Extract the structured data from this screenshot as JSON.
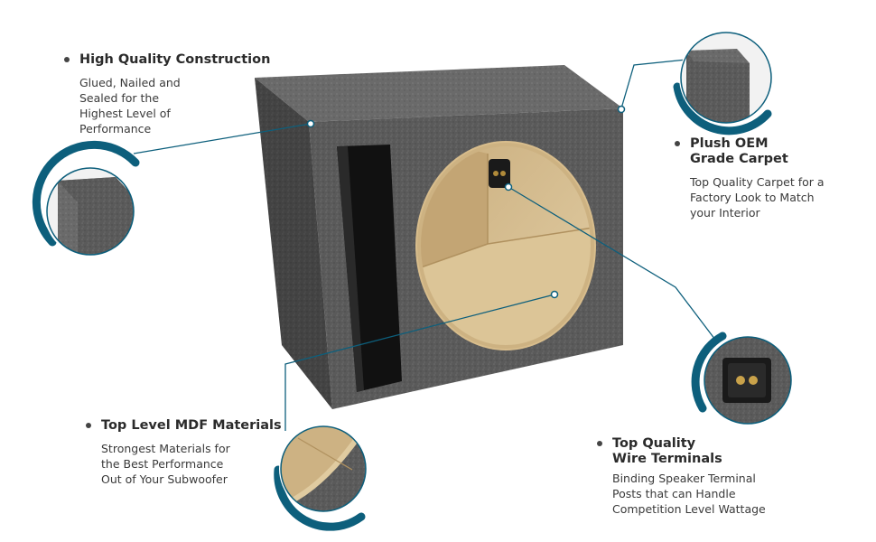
{
  "colors": {
    "accent": "#0d5f7c",
    "carpet": "#5c5c5c",
    "mdf": "#d9c29a",
    "text": "#333333"
  },
  "callouts": {
    "construction": {
      "title": "High Quality Construction",
      "desc": [
        "Glued, Nailed and",
        "Sealed for the",
        "Highest Level of",
        "Performance"
      ]
    },
    "carpet": {
      "title": [
        "Plush OEM",
        "Grade Carpet"
      ],
      "desc": [
        "Top Quality Carpet for a",
        "Factory Look to Match",
        "your Interior"
      ]
    },
    "mdf": {
      "title": "Top Level MDF Materials",
      "desc": [
        "Strongest Materials for",
        "the Best Performance",
        "Out of  Your Subwoofer"
      ]
    },
    "terminals": {
      "title": [
        "Top Quality",
        "Wire Terminals"
      ],
      "desc": [
        "Binding Speaker Terminal",
        "Posts that can Handle",
        "Competition Level Wattage"
      ]
    }
  },
  "icons": {
    "bullet": "bullet-dot-icon",
    "connector": "callout-connector-line",
    "magnifier": "zoom-circle-icon"
  }
}
